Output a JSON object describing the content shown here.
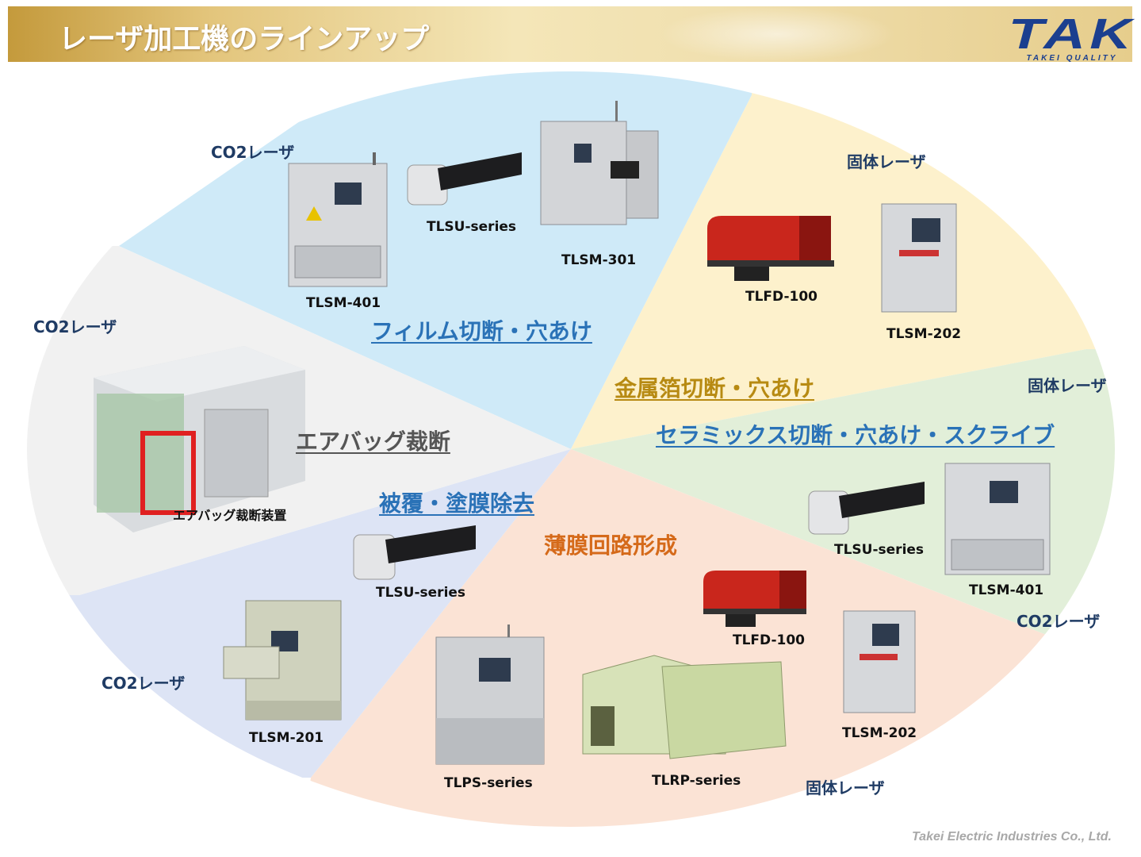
{
  "header": {
    "title": "レーザ加工機のラインアップ",
    "logo_main": "TAK",
    "logo_sub": "TAKEI QUALITY"
  },
  "footer": {
    "company": "Takei Electric Industries Co., Ltd."
  },
  "colors": {
    "film": "#cfeaf8",
    "metal": "#fdf1cc",
    "ceramic": "#e2efd9",
    "thin_film": "#fbe3d5",
    "coating": "#dde4f5",
    "airbag": "#f1f1f1",
    "accent_blue": "#2a72b7",
    "accent_gold": "#b78a12",
    "accent_orange": "#d56a1a",
    "laser_text": "#1f3b64"
  },
  "segments": {
    "film": {
      "application": "フィルム切断・穴あけ",
      "laser": "CO2レーザ",
      "models": [
        "TLSM-401",
        "TLSU-series",
        "TLSM-301"
      ]
    },
    "metal": {
      "application": "金属箔切断・穴あけ",
      "laser": "固体レーザ",
      "models": [
        "TLFD-100",
        "TLSM-202"
      ]
    },
    "ceramic": {
      "application": "セラミックス切断・穴あけ・スクライブ",
      "laser_top": "固体レーザ",
      "laser_bottom": "CO2レーザ",
      "models": [
        "TLSU-series",
        "TLSM-401"
      ]
    },
    "thin_film": {
      "application": "薄膜回路形成",
      "laser": "固体レーザ",
      "models": [
        "TLFD-100",
        "TLSM-202",
        "TLPS-series",
        "TLRP-series"
      ]
    },
    "coating": {
      "application": "被覆・塗膜除去",
      "laser": "CO2レーザ",
      "models": [
        "TLSU-series",
        "TLSM-201"
      ]
    },
    "airbag": {
      "application": "エアバッグ裁断",
      "laser": "CO2レーザ",
      "models": [
        "エアバッグ裁断装置"
      ]
    }
  }
}
